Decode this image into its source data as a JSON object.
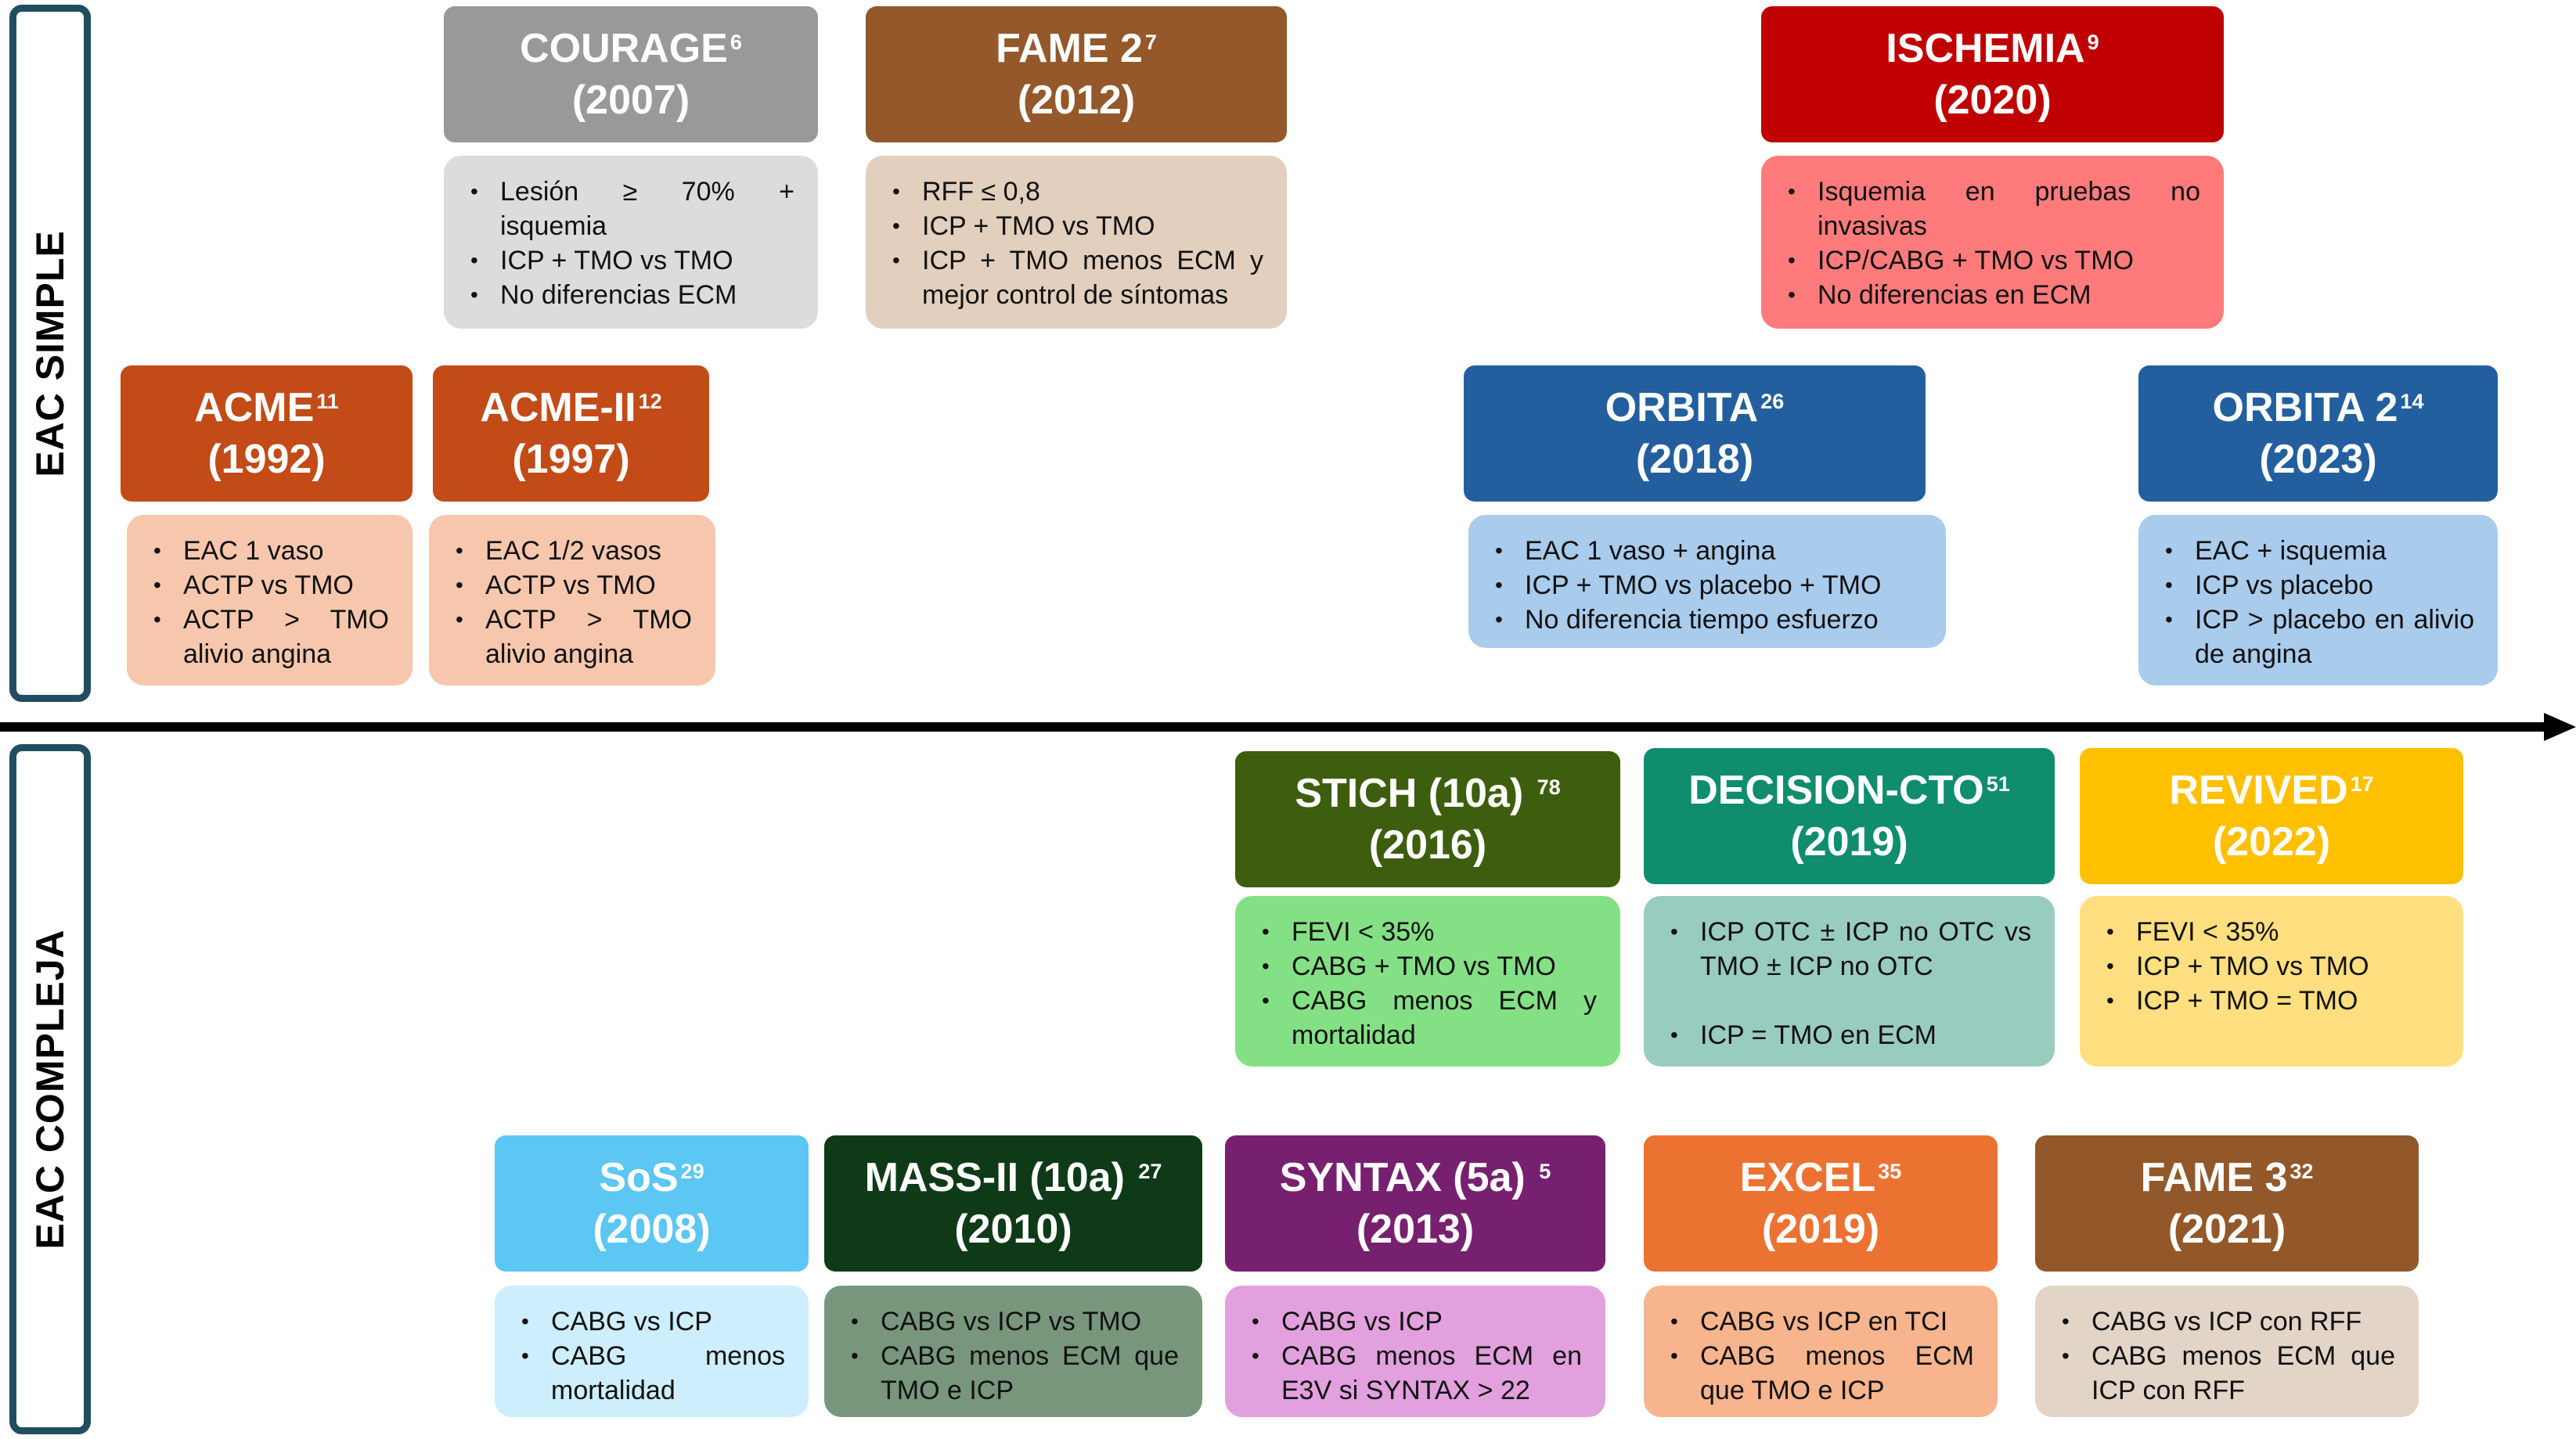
{
  "sections": {
    "simple": "EAC SIMPLE",
    "compleja": "EAC COMPLEJA"
  },
  "colors": {
    "sidebar_border": "#1f4e60",
    "timeline": "#000000"
  },
  "trials": {
    "courage": {
      "name": "COURAGE",
      "ref": "6",
      "year": "(2007)",
      "header_color": "#999999",
      "detail_color": "#dcdcdc",
      "items": [
        "Lesión ≥ 70% + isquemia",
        "ICP + TMO vs TMO",
        "No diferencias ECM"
      ]
    },
    "fame2": {
      "name": "FAME 2",
      "ref": "7",
      "year": "(2012)",
      "header_color": "#94582a",
      "detail_color": "#e2cfbd",
      "items": [
        "RFF ≤ 0,8",
        "ICP + TMO  vs TMO",
        "ICP + TMO menos ECM y mejor control de síntomas"
      ]
    },
    "ischemia": {
      "name": "ISCHEMIA",
      "ref": "9",
      "year": "(2020)",
      "header_color": "#c00000",
      "detail_color": "#ff7b7b",
      "items": [
        "Isquemia en pruebas no invasivas",
        "ICP/CABG + TMO vs TMO",
        "No diferencias en ECM"
      ]
    },
    "acme": {
      "name": "ACME",
      "ref": "11",
      "year": "(1992)",
      "header_color": "#c24b18",
      "detail_color": "#f6c7ad",
      "items": [
        "EAC 1 vaso",
        "ACTP vs TMO",
        "ACTP > TMO alivio angina"
      ]
    },
    "acme2": {
      "name": "ACME-II",
      "ref": "12",
      "year": "(1997)",
      "header_color": "#c24b18",
      "detail_color": "#f6c7ad",
      "items": [
        "EAC 1/2 vasos",
        "ACTP vs TMO",
        "ACTP > TMO alivio angina"
      ]
    },
    "orbita": {
      "name": "ORBITA",
      "ref": "26",
      "year": "(2018)",
      "header_color": "#235f9e",
      "detail_color": "#a9cbec",
      "items": [
        "EAC 1 vaso + angina",
        "ICP + TMO vs placebo + TMO",
        "No diferencia tiempo esfuerzo"
      ]
    },
    "orbita2": {
      "name": "ORBITA 2",
      "ref": "14",
      "year": "(2023)",
      "header_color": "#235f9e",
      "detail_color": "#a9cbec",
      "items": [
        "EAC  + isquemia",
        "ICP  vs  placebo",
        "ICP > placebo en alivio de angina"
      ]
    },
    "stich": {
      "name": "STICH (10a) ",
      "ref": "78",
      "year": "(2016)",
      "header_color": "#3e5e0f",
      "detail_color": "#84e085",
      "items": [
        "FEVI < 35%",
        "CABG + TMO vs TMO",
        "CABG menos ECM y mortalidad"
      ]
    },
    "decision": {
      "name": "DECISION-CTO",
      "ref": "51",
      "year": "(2019)",
      "header_color": "#0f8d6d",
      "detail_color": "#98ccbe",
      "items": [
        "ICP OTC ± ICP no  OTC vs TMO ± ICP no OTC",
        "ICP = TMO en ECM"
      ]
    },
    "revived": {
      "name": "REVIVED",
      "ref": "17",
      "year": "(2022)",
      "header_color": "#ffc000",
      "detail_color": "#ffdf7f",
      "items": [
        "FEVI < 35%",
        "ICP + TMO vs TMO",
        "ICP + TMO = TMO"
      ]
    },
    "sos": {
      "name": "SoS",
      "ref": "29",
      "year": "(2008)",
      "header_color": "#5bc7f2",
      "detail_color": "#cdeefc",
      "items": [
        "CABG vs  ICP",
        "CABG menos mortalidad"
      ]
    },
    "mass2": {
      "name": "MASS-II (10a) ",
      "ref": "27",
      "year": "(2010)",
      "header_color": "#0f3a18",
      "detail_color": "#78967c",
      "items": [
        "CABG vs ICP vs TMO",
        "CABG menos ECM que TMO e ICP"
      ]
    },
    "syntax": {
      "name": "SYNTAX (5a) ",
      "ref": "5",
      "year": "(2013)",
      "header_color": "#782070",
      "detail_color": "#e2a0de",
      "items": [
        "CABG vs  ICP",
        "CABG menos ECM en E3V si SYNTAX > 22"
      ]
    },
    "excel": {
      "name": "EXCEL",
      "ref": "35",
      "year": "(2019)",
      "header_color": "#ec7232",
      "detail_color": "#f7b48d",
      "items": [
        "CABG vs ICP en TCI",
        "CABG menos ECM que TMO e ICP"
      ]
    },
    "fame3": {
      "name": "FAME 3",
      "ref": "32",
      "year": "(2021)",
      "header_color": "#93582a",
      "detail_color": "#e2d4c7",
      "items": [
        "CABG vs ICP con RFF",
        "CABG menos ECM que ICP con RFF"
      ]
    }
  }
}
